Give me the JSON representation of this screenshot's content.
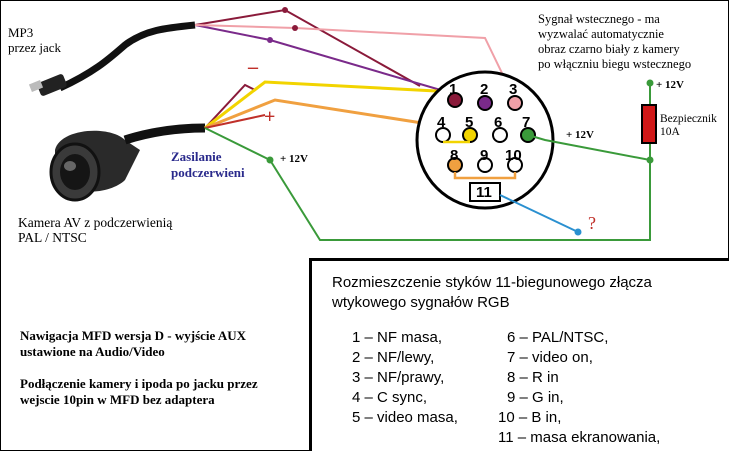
{
  "labels": {
    "mp3": [
      "MP3",
      "przez jack"
    ],
    "reverse_signal": [
      "Sygnał wstecznego - ma",
      "wyzwalać automatycznie",
      "obraz czarno biały z kamery",
      "po włączniu biegu wstecznego"
    ],
    "plus12_top": "+ 12V",
    "fuse": [
      "Bezpiecznik",
      "10A"
    ],
    "plus12_pin7": "+ 12V",
    "plus12_camera": "+ 12V",
    "ir_power": [
      "Zasilanie",
      "podczerwieni"
    ],
    "camera": [
      "Kamera AV z podczerwienią",
      "PAL / NTSC"
    ],
    "minus": "–",
    "plus": "+",
    "question": "?"
  },
  "connector": {
    "pins": [
      "1",
      "2",
      "3",
      "4",
      "5",
      "6",
      "7",
      "8",
      "9",
      "10",
      "11"
    ]
  },
  "notes": [
    "Nawigacja MFD wersja D - wyjście AUX ustawione na Audio/Video",
    "Podłączenie kamery i ipoda po jacku przez wejscie 10pin w MFD bez adaptera"
  ],
  "pinout": {
    "title": "Rozmieszczenie styków 11-biegunowego złącza wtykowego sygnałów RGB",
    "left": [
      "1 – NF masa,",
      "2 – NF/lewy,",
      "3 – NF/prawy,",
      "4 – C sync,",
      "5 – video masa,"
    ],
    "right": [
      "6 – PAL/NTSC,",
      "7 – video on,",
      "8 – R in",
      "9 – G in,",
      "10 – B in,",
      "11 – masa ekranowania,"
    ]
  },
  "colors": {
    "green": "#3a9a3a",
    "yellow": "#f2d400",
    "orange": "#f0a040",
    "purple": "#7a2a8a",
    "pink": "#f0a0a8",
    "darkred": "#8a1a3a",
    "red": "#c0302a",
    "blue": "#2a90d0",
    "fuse": "#d01818"
  }
}
